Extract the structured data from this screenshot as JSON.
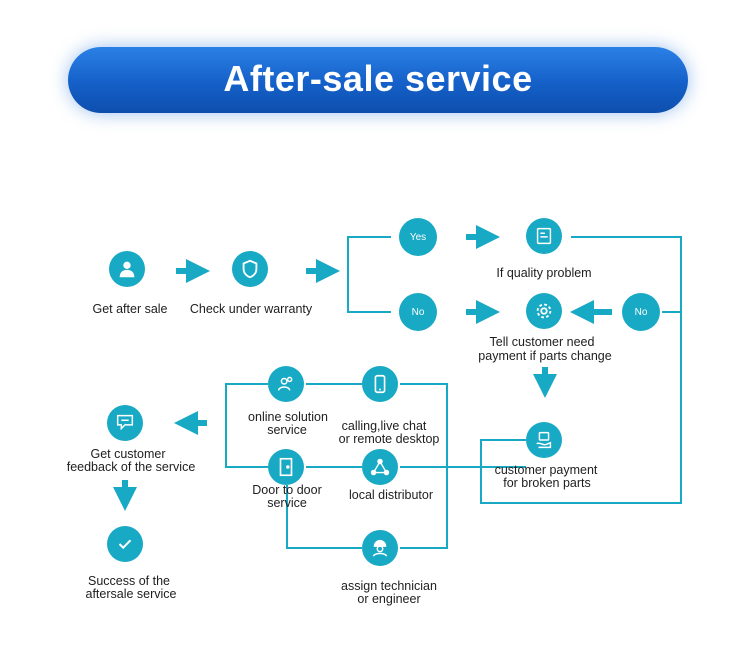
{
  "title": "After-sale service",
  "colors": {
    "banner": "#1a66d0",
    "node": "#18a9c4",
    "line": "#18a9c4",
    "text": "#1e1e1e"
  },
  "decisions": {
    "yes": "Yes",
    "no": "No",
    "no_right": "No"
  },
  "labels": {
    "get_after_sale": "Get after sale",
    "check_warranty": "Check under warranty",
    "quality_problem": "If quality problem",
    "tell_customer_1": "Tell customer need",
    "tell_customer_2": "payment if parts change",
    "online_1": "online solution",
    "online_2": "service",
    "calling_1": "calling,live chat",
    "calling_2": "or remote desktop",
    "door_1": "Door  to door",
    "door_2": "service",
    "local_distributor": "local distributor",
    "customer_payment_1": "customer payment",
    "customer_payment_2": "for broken parts",
    "feedback_1": "Get customer",
    "feedback_2": "feedback of the service",
    "success_1": "Success of the",
    "success_2": "aftersale service",
    "technician_1": "assign technician",
    "technician_2": "or engineer"
  },
  "icons": {
    "get_after_sale": "person-icon",
    "check_warranty": "shield-icon",
    "quality_problem": "document-icon",
    "tell_customer": "gear-icon",
    "online": "users-icon",
    "calling": "phone-icon",
    "door": "door-icon",
    "local_distributor": "network-icon",
    "customer_payment": "payment-icon",
    "feedback": "chat-icon",
    "success": "check-icon",
    "technician": "engineer-icon"
  }
}
